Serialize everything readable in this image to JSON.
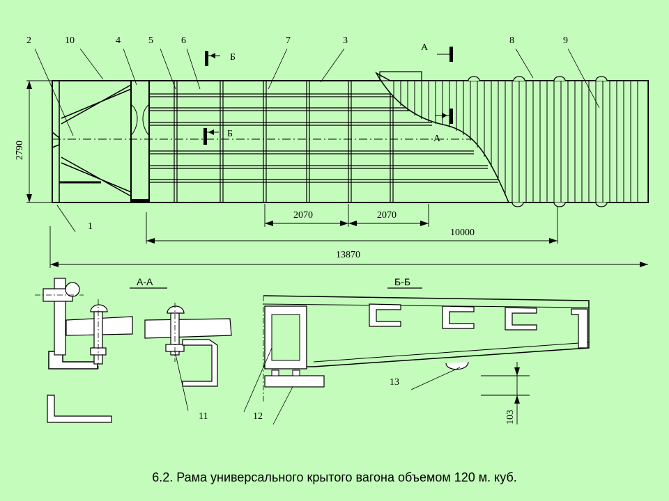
{
  "callouts": [
    "2",
    "10",
    "4",
    "5",
    "6",
    "7",
    "3",
    "8",
    "9",
    "1",
    "11",
    "12",
    "13"
  ],
  "dimensions": {
    "width": "2790",
    "span_a": "2070",
    "span_b": "2070",
    "base": "10000",
    "overall": "13870",
    "depth": "103"
  },
  "section_marks": {
    "a": "А",
    "b": "Б"
  },
  "section_titles": {
    "aa": "А-А",
    "bb": "Б-Б"
  },
  "caption": "6.2. Рама универсального крытого вагона  объемом 120 м. куб.",
  "colors": {
    "background": "#c4fcbc",
    "line": "#000000",
    "hatch_light": "#ffffff"
  }
}
